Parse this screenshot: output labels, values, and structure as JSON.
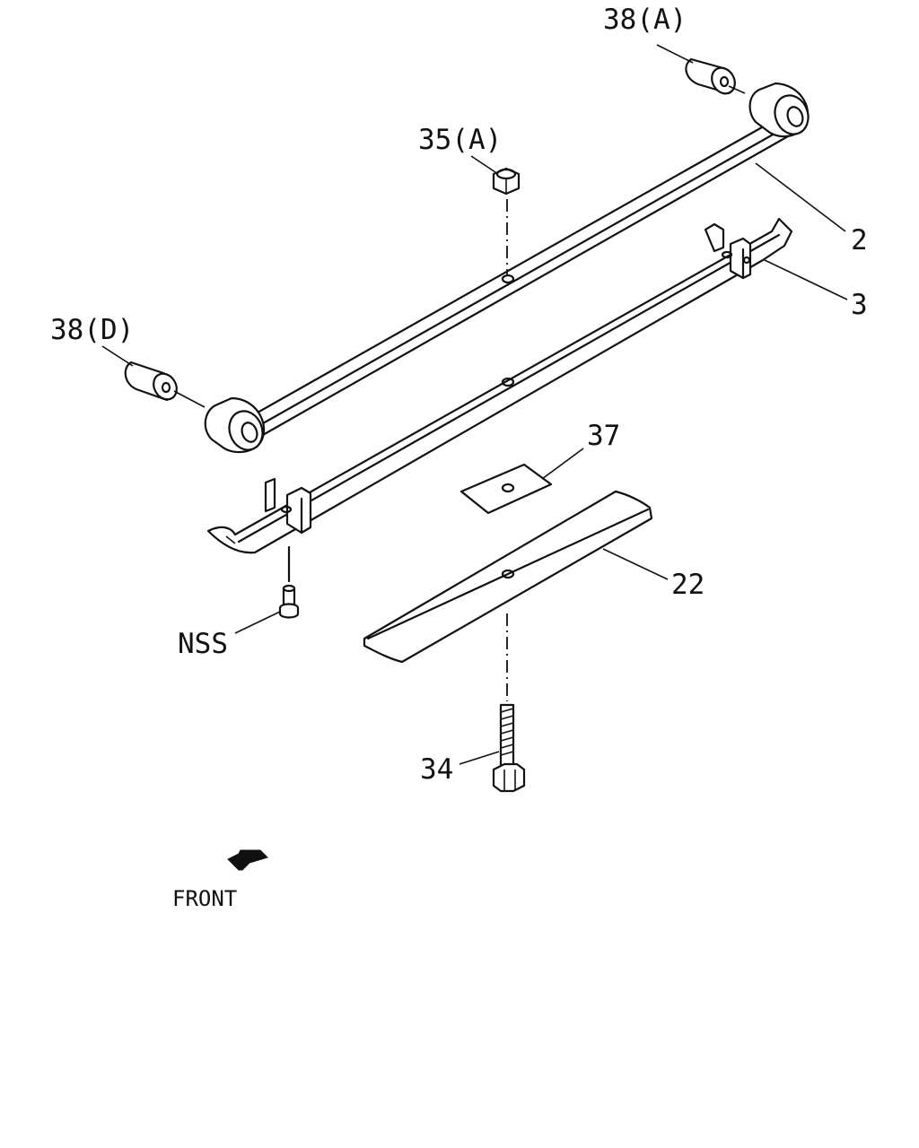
{
  "callouts": {
    "bushing_rear": "38(A)",
    "nut": "35(A)",
    "main_leaf": "2",
    "second_leaf": "3",
    "bushing_front": "38(D)",
    "pad": "37",
    "helper_leaf": "22",
    "screw": "NSS",
    "center_bolt": "34"
  },
  "front_label": "FRONT"
}
